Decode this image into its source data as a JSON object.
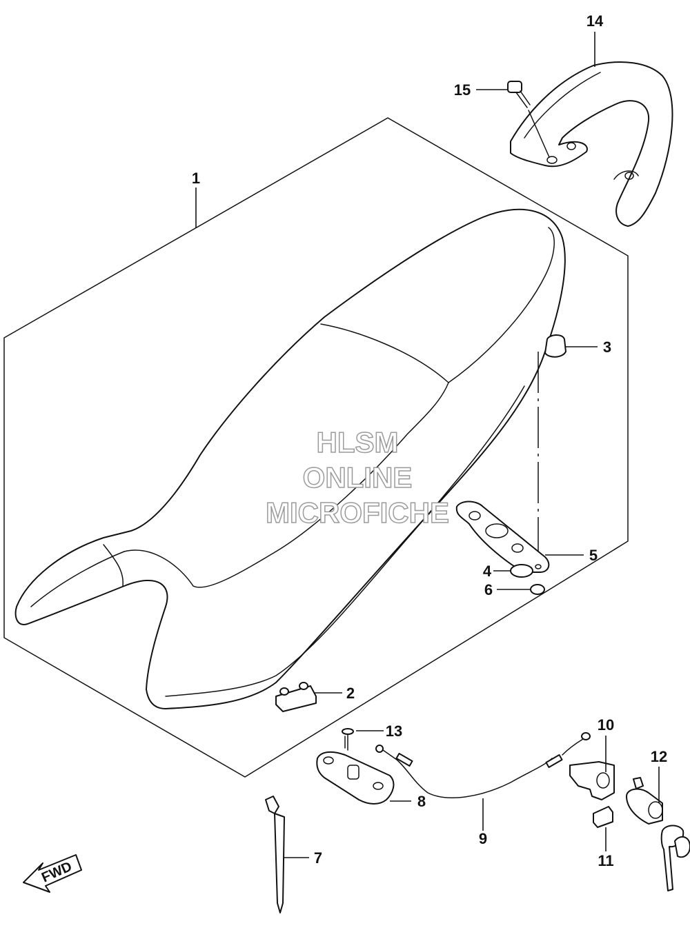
{
  "diagram": {
    "callouts": [
      "1",
      "2",
      "3",
      "4",
      "5",
      "6",
      "7",
      "8",
      "9",
      "10",
      "11",
      "12",
      "13",
      "14",
      "15"
    ],
    "watermark": {
      "line1": "HLSM",
      "line2": "ONLINE",
      "line3": "MICROFICHE"
    },
    "direction_badge": "FWD"
  }
}
